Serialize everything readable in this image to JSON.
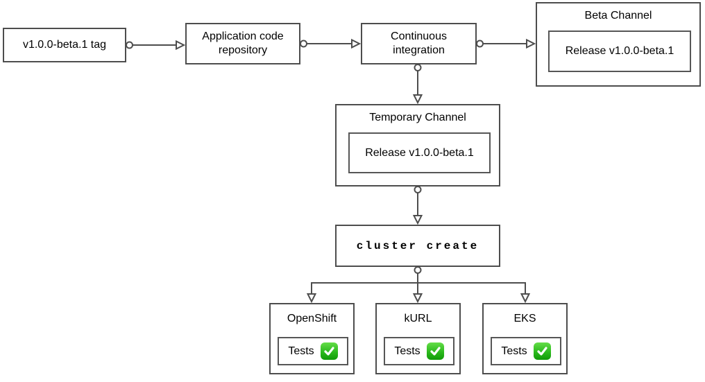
{
  "diagram": {
    "nodes": {
      "tag": {
        "label": "v1.0.0-beta.1 tag"
      },
      "repo": {
        "label": "Application code repository"
      },
      "ci": {
        "label": "Continuous integration"
      },
      "beta_channel": {
        "title": "Beta Channel",
        "release_label": "Release v1.0.0-beta.1"
      },
      "temporary_channel": {
        "title": "Temporary Channel",
        "release_label": "Release v1.0.0-beta.1"
      },
      "cluster_create": {
        "label": "cluster create"
      },
      "clusters": [
        {
          "title": "OpenShift",
          "tests_label": "Tests",
          "status_icon": "check-passed"
        },
        {
          "title": "kURL",
          "tests_label": "Tests",
          "status_icon": "check-passed"
        },
        {
          "title": "EKS",
          "tests_label": "Tests",
          "status_icon": "check-passed"
        }
      ]
    },
    "colors": {
      "box_border": "#4d4d4d",
      "connector": "#4d4d4d",
      "background": "#ffffff",
      "text": "#000000",
      "check_green_light": "#64dd47",
      "check_green_dark": "#109b07",
      "check_mark": "#ffffff"
    }
  }
}
